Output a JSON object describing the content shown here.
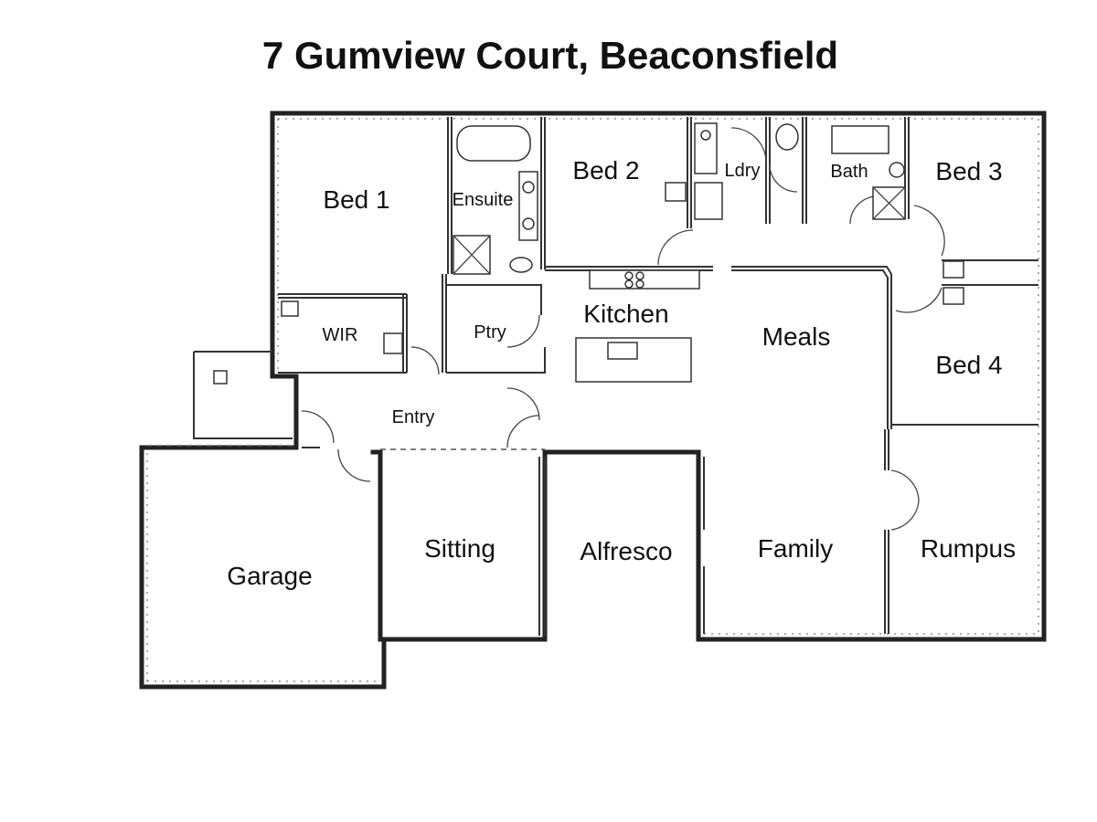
{
  "title": "7 Gumview Court, Beaconsfield",
  "rooms": {
    "bed1": "Bed 1",
    "ensuite": "Ensuite",
    "bed2": "Bed 2",
    "ldry": "Ldry",
    "bath": "Bath",
    "bed3": "Bed 3",
    "wir": "WIR",
    "ptry": "Ptry",
    "kitchen": "Kitchen",
    "meals": "Meals",
    "bed4": "Bed 4",
    "entry": "Entry",
    "garage": "Garage",
    "sitting": "Sitting",
    "alfresco": "Alfresco",
    "family": "Family",
    "rumpus": "Rumpus"
  }
}
